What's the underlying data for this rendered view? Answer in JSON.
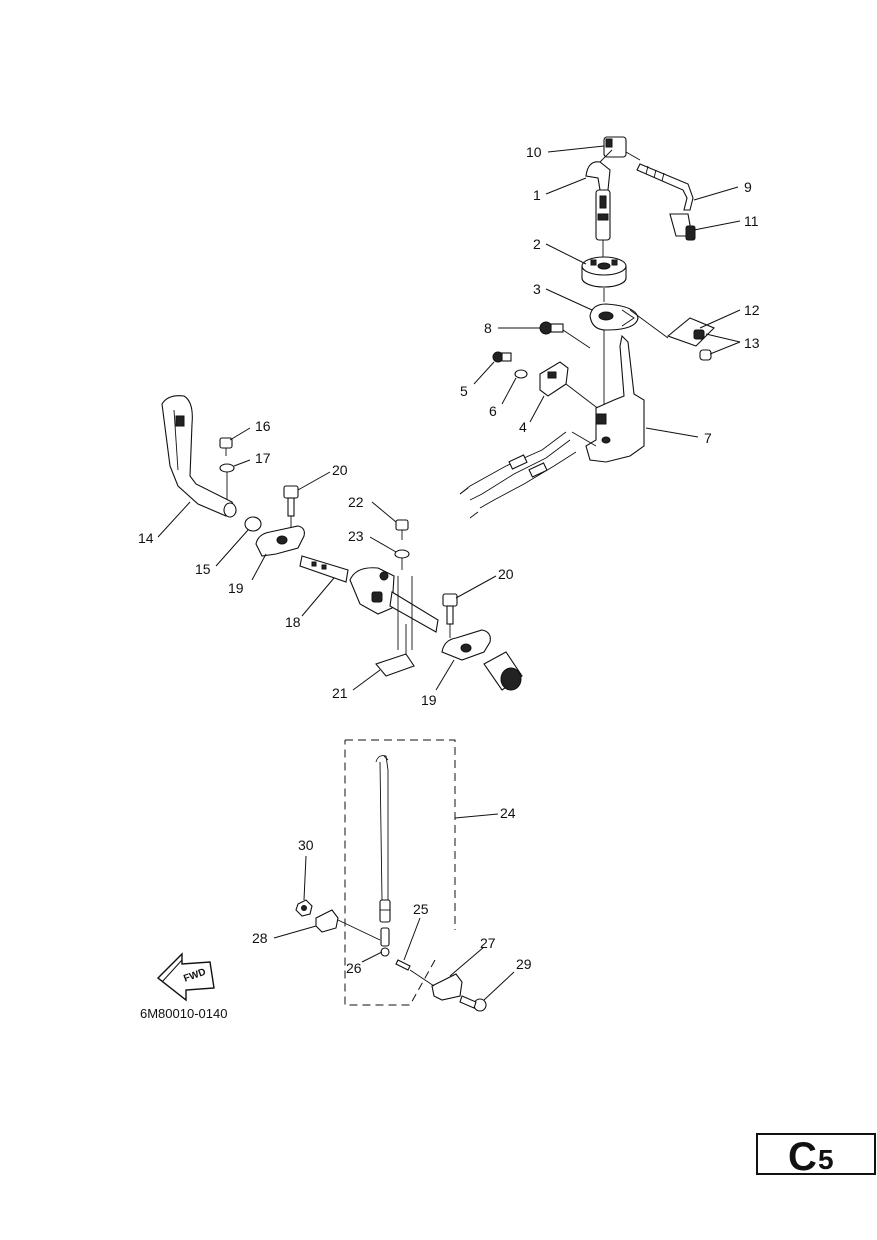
{
  "diagram": {
    "part_labels": [
      "1",
      "2",
      "3",
      "4",
      "5",
      "6",
      "7",
      "8",
      "9",
      "10",
      "11",
      "12",
      "13",
      "14",
      "15",
      "16",
      "17",
      "18",
      "19",
      "19",
      "20",
      "20",
      "21",
      "22",
      "23",
      "24",
      "25",
      "26",
      "27",
      "28",
      "29",
      "30"
    ],
    "drawing_code": "6M80010-0140",
    "direction_arrow": {
      "text": "FWD",
      "icon": "fwd-arrow-icon"
    }
  },
  "section_badge": {
    "letter": "C",
    "number": "5"
  }
}
